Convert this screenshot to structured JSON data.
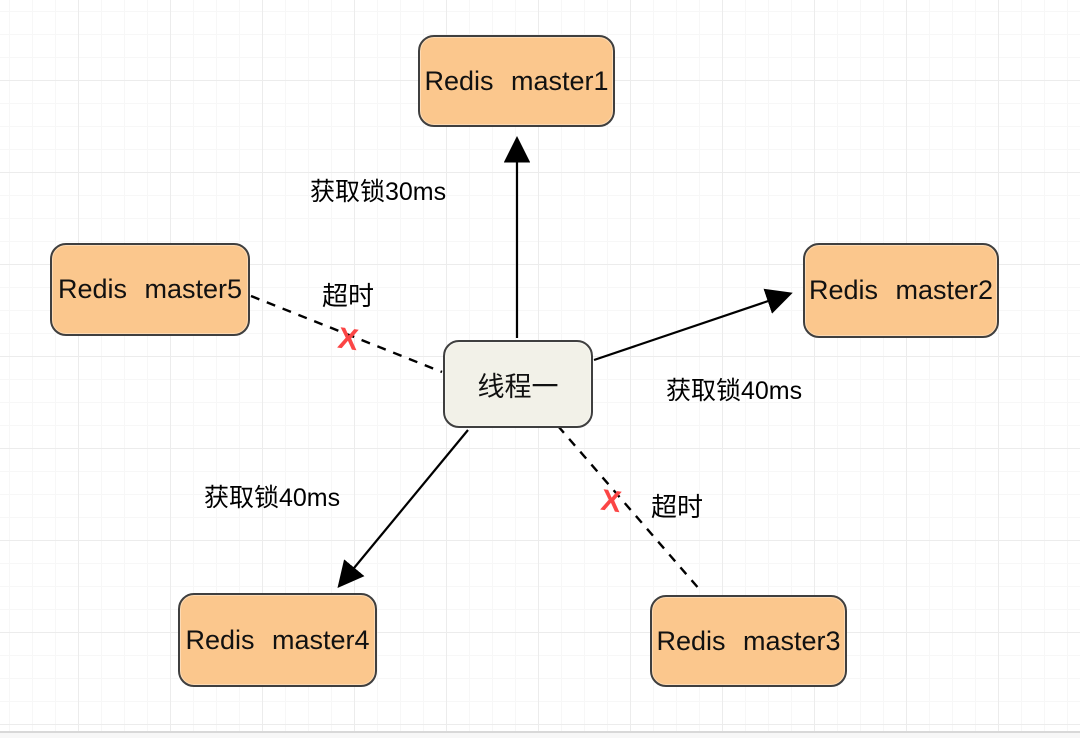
{
  "diagram": {
    "center_node": {
      "label": "线程一"
    },
    "nodes": [
      {
        "id": "master1",
        "label": "Redis master1"
      },
      {
        "id": "master2",
        "label": "Redis master2"
      },
      {
        "id": "master3",
        "label": "Redis master3"
      },
      {
        "id": "master4",
        "label": "Redis master4"
      },
      {
        "id": "master5",
        "label": "Redis master5"
      }
    ],
    "edges": [
      {
        "from": "thread",
        "to": "master1",
        "style": "solid-arrow",
        "label": "获取锁30ms"
      },
      {
        "from": "thread",
        "to": "master2",
        "style": "solid-arrow",
        "label": "获取锁40ms"
      },
      {
        "from": "thread",
        "to": "master4",
        "style": "solid-arrow",
        "label": "获取锁40ms"
      },
      {
        "from": "master5",
        "to": "thread",
        "style": "dashed",
        "label": "超时",
        "mark": "X"
      },
      {
        "from": "thread",
        "to": "master3",
        "style": "dashed",
        "label": "超时",
        "mark": "X"
      }
    ],
    "colors": {
      "node_fill": "#fbc78d",
      "node_border": "#3f3f3f",
      "center_node_fill": "#f2f1e8",
      "connector": "#000000",
      "timeout_mark": "#fb4545",
      "grid_minor": "#f7f7f7",
      "grid_major": "#ececec"
    }
  }
}
